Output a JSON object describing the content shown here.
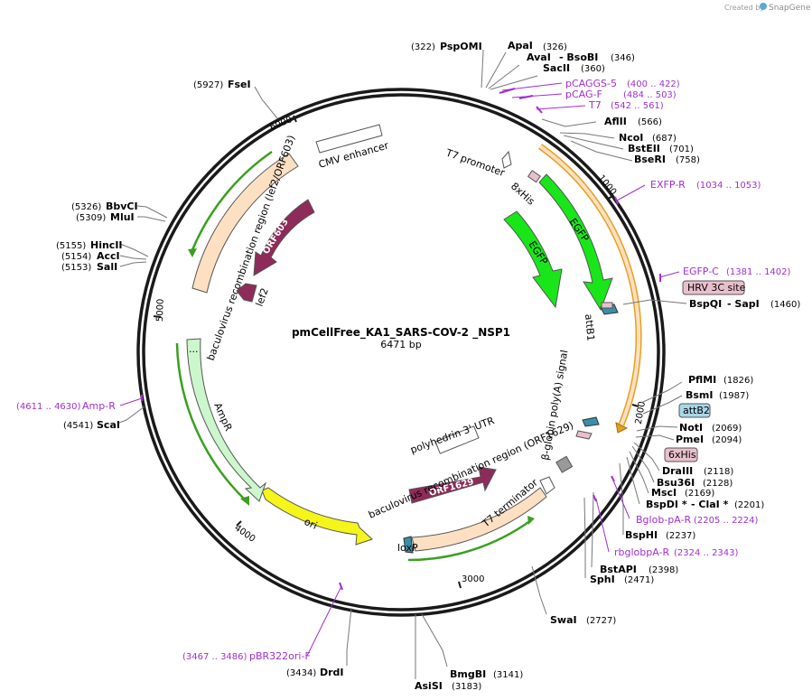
{
  "branding": {
    "created_by": "Created by",
    "app": "SnapGene"
  },
  "plasmid": {
    "name": "pmCellFree_KA1_SARS-COV-2 _NSP1",
    "length": "6471 bp"
  },
  "ticks": [
    "1000",
    "2000",
    "3000",
    "4000",
    "5000",
    "6000"
  ],
  "features": {
    "cmv": "CMV enhancer",
    "t7promoter": "T7 promoter",
    "his8": "8xHis",
    "egfp_outer": "EGFP",
    "egfp_inner": "EGFP",
    "attb1": "attB1",
    "hrv": "HRV 3C site",
    "attb2": "attB2",
    "his6": "6xHis",
    "bglobin": "β-globin poly(A) signal",
    "polyh": "polyhedrin 3' UTR",
    "orf1629": "ORF1629",
    "bvright": "baculovirus recombination region (ORF1629)",
    "t7term": "T7 terminator",
    "loxp": "loxP",
    "ori": "ori",
    "ampr": "AmpR",
    "dots": "...",
    "bvleft": "baculovirus recombination region (lef2/ORF603)",
    "orf603": "ORF603",
    "lef2": "lef2"
  },
  "sites": [
    {
      "name": "PspOMI",
      "pos": "(322)"
    },
    {
      "name": "ApaI",
      "pos": "(326)"
    },
    {
      "name": "AvaI",
      "sep": "- BsoBI",
      "pos": "(346)"
    },
    {
      "name": "SacII",
      "pos": "(360)"
    },
    {
      "name": "AflII",
      "pos": "(566)"
    },
    {
      "name": "NcoI",
      "pos": "(687)"
    },
    {
      "name": "BstEII",
      "pos": "(701)"
    },
    {
      "name": "BseRI",
      "pos": "(758)"
    },
    {
      "name": "BspQI",
      "sep": "- SapI",
      "pos": "(1460)"
    },
    {
      "name": "PflMI",
      "pos": "(1826)"
    },
    {
      "name": "BsmI",
      "pos": "(1987)"
    },
    {
      "name": "NotI",
      "pos": "(2069)"
    },
    {
      "name": "PmeI",
      "pos": "(2094)"
    },
    {
      "name": "DraIII",
      "pos": "(2118)"
    },
    {
      "name": "Bsu36I",
      "pos": "(2128)"
    },
    {
      "name": "MscI",
      "pos": "(2169)"
    },
    {
      "name": "BspDI *",
      "sep": "- ClaI *",
      "pos": "(2201)"
    },
    {
      "name": "BspHI",
      "pos": "(2237)"
    },
    {
      "name": "BstAPI",
      "pos": "(2398)"
    },
    {
      "name": "SphI",
      "pos": "(2471)"
    },
    {
      "name": "SwaI",
      "pos": "(2727)"
    },
    {
      "name": "BmgBI",
      "pos": "(3141)"
    },
    {
      "name": "AsiSI",
      "pos": "(3183)"
    },
    {
      "name": "DrdI",
      "pos": "(3434)"
    },
    {
      "name": "ScaI",
      "pos": "(4541)"
    },
    {
      "name": "SalI",
      "pos": "(5153)"
    },
    {
      "name": "AccI",
      "pos": "(5154)"
    },
    {
      "name": "HincII",
      "pos": "(5155)"
    },
    {
      "name": "MluI",
      "pos": "(5309)"
    },
    {
      "name": "BbvCI",
      "pos": "(5326)"
    },
    {
      "name": "FseI",
      "pos": "(5927)"
    }
  ],
  "primers": [
    {
      "name": "pCAGGS-5",
      "pos": "(400 .. 422)"
    },
    {
      "name": "pCAG-F",
      "pos": "(484 .. 503)"
    },
    {
      "name": "T7",
      "pos": "(542 .. 561)"
    },
    {
      "name": "EXFP-R",
      "pos": "(1034 .. 1053)"
    },
    {
      "name": "EGFP-C",
      "pos": "(1381 .. 1402)"
    },
    {
      "name": "Bglob-pA-R",
      "pos": "(2205 .. 2224)"
    },
    {
      "name": "rbglobpA-R",
      "pos": "(2324 .. 2343)"
    },
    {
      "name": "pBR322ori-F",
      "pos": "(3467 .. 3486)"
    },
    {
      "name": "Amp-R",
      "pos": "(4611 .. 4630)"
    }
  ],
  "colors": {
    "backbone": "#1a1a1a",
    "egfp": "#19e619",
    "orf": "#8e2b5a",
    "ori": "#f5f51a",
    "ampr": "#ccf7cc",
    "bv_region": "#fde0c2",
    "primer": "#a02fd0",
    "orange": "#e6a020",
    "attb": "#3a8fa8",
    "tag_pink": "#e8c0cc",
    "tag_blue": "#a8d8e8"
  }
}
